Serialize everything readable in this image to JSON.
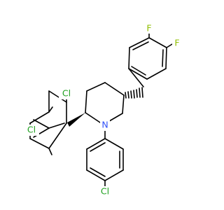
{
  "atoms": {
    "f1": {
      "symbol": "F",
      "color": "#8fbf00"
    },
    "f2": {
      "symbol": "F",
      "color": "#8fbf00"
    },
    "cl1": {
      "symbol": "Cl",
      "color": "#1fa01f"
    },
    "cl2": {
      "symbol": "Cl",
      "color": "#1fa01f"
    },
    "cl3": {
      "symbol": "Cl",
      "color": "#1fa01f"
    },
    "n1": {
      "symbol": "N",
      "color": "#3050f8"
    }
  },
  "colors": {
    "bond": "#000000",
    "background": "#ffffff"
  }
}
